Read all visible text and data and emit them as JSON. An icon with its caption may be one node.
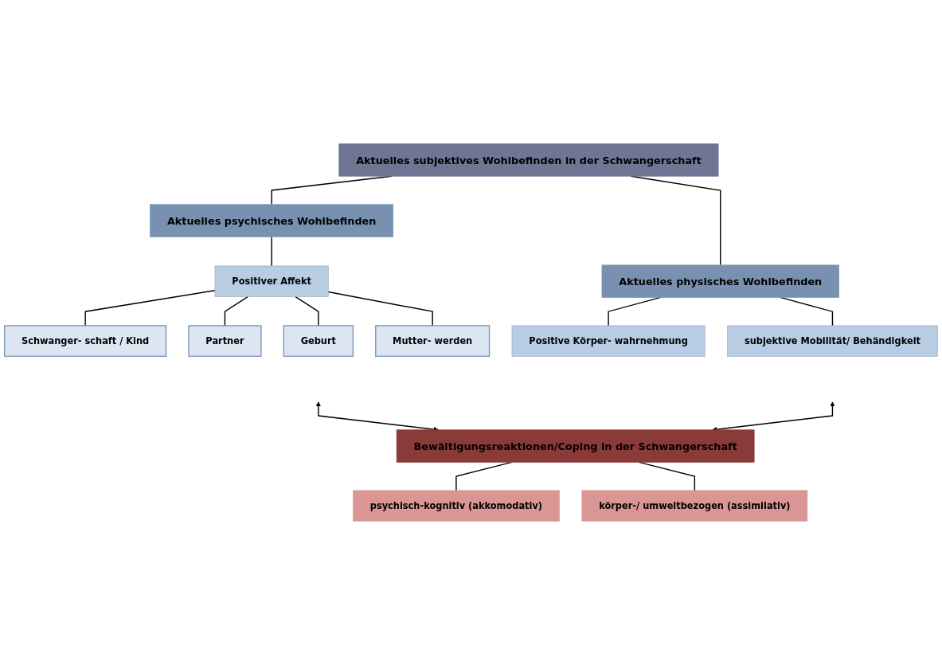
{
  "diagram": {
    "nodes": [
      {
        "text": [
          "Aktuelles subjektives Wohlbefinden in der Schwangerschaft"
        ]
      },
      {
        "text": [
          "Aktuelles psychisches Wohlbefinden"
        ]
      },
      {
        "text": [
          "Aktuelles physisches Wohlbefinden"
        ]
      },
      {
        "text": [
          "Positiver Affekt"
        ]
      },
      {
        "text": [
          "Positive Körper- wahrnehmung"
        ]
      },
      {
        "text": [
          "subjektive Mobilität/ Behändigkeit"
        ]
      },
      {
        "text": [
          "Schwanger- schaft / Kind"
        ]
      },
      {
        "text": [
          "Partner"
        ]
      },
      {
        "text": [
          "Geburt"
        ]
      },
      {
        "text": [
          "Mutter- werden"
        ]
      },
      {
        "text": [
          "Bewältigungsreaktionen/Coping in der Schwangerschaft"
        ]
      },
      {
        "text": [
          "psychisch-kognitiv (akkomodativ)"
        ]
      },
      {
        "text": [
          "körper-/ umweltbezogen (assimilativ)"
        ]
      }
    ],
    "edges": [
      {
        "from": 0,
        "to": 1,
        "arrow": "none"
      },
      {
        "from": 0,
        "to": 2,
        "arrow": "none"
      },
      {
        "from": 1,
        "to": 3,
        "arrow": "none"
      },
      {
        "from": 2,
        "to": 4,
        "arrow": "none"
      },
      {
        "from": 2,
        "to": 5,
        "arrow": "none"
      },
      {
        "from": 3,
        "to": 6,
        "arrow": "none"
      },
      {
        "from": 3,
        "to": 7,
        "arrow": "none"
      },
      {
        "from": 3,
        "to": 8,
        "arrow": "none"
      },
      {
        "from": 3,
        "to": 9,
        "arrow": "none"
      },
      {
        "from": null,
        "to": 10,
        "arrow": "both"
      },
      {
        "from": null,
        "to": 10,
        "arrow": "both"
      },
      {
        "from": 10,
        "to": 11,
        "arrow": "none"
      },
      {
        "from": 10,
        "to": 12,
        "arrow": "none"
      }
    ]
  }
}
